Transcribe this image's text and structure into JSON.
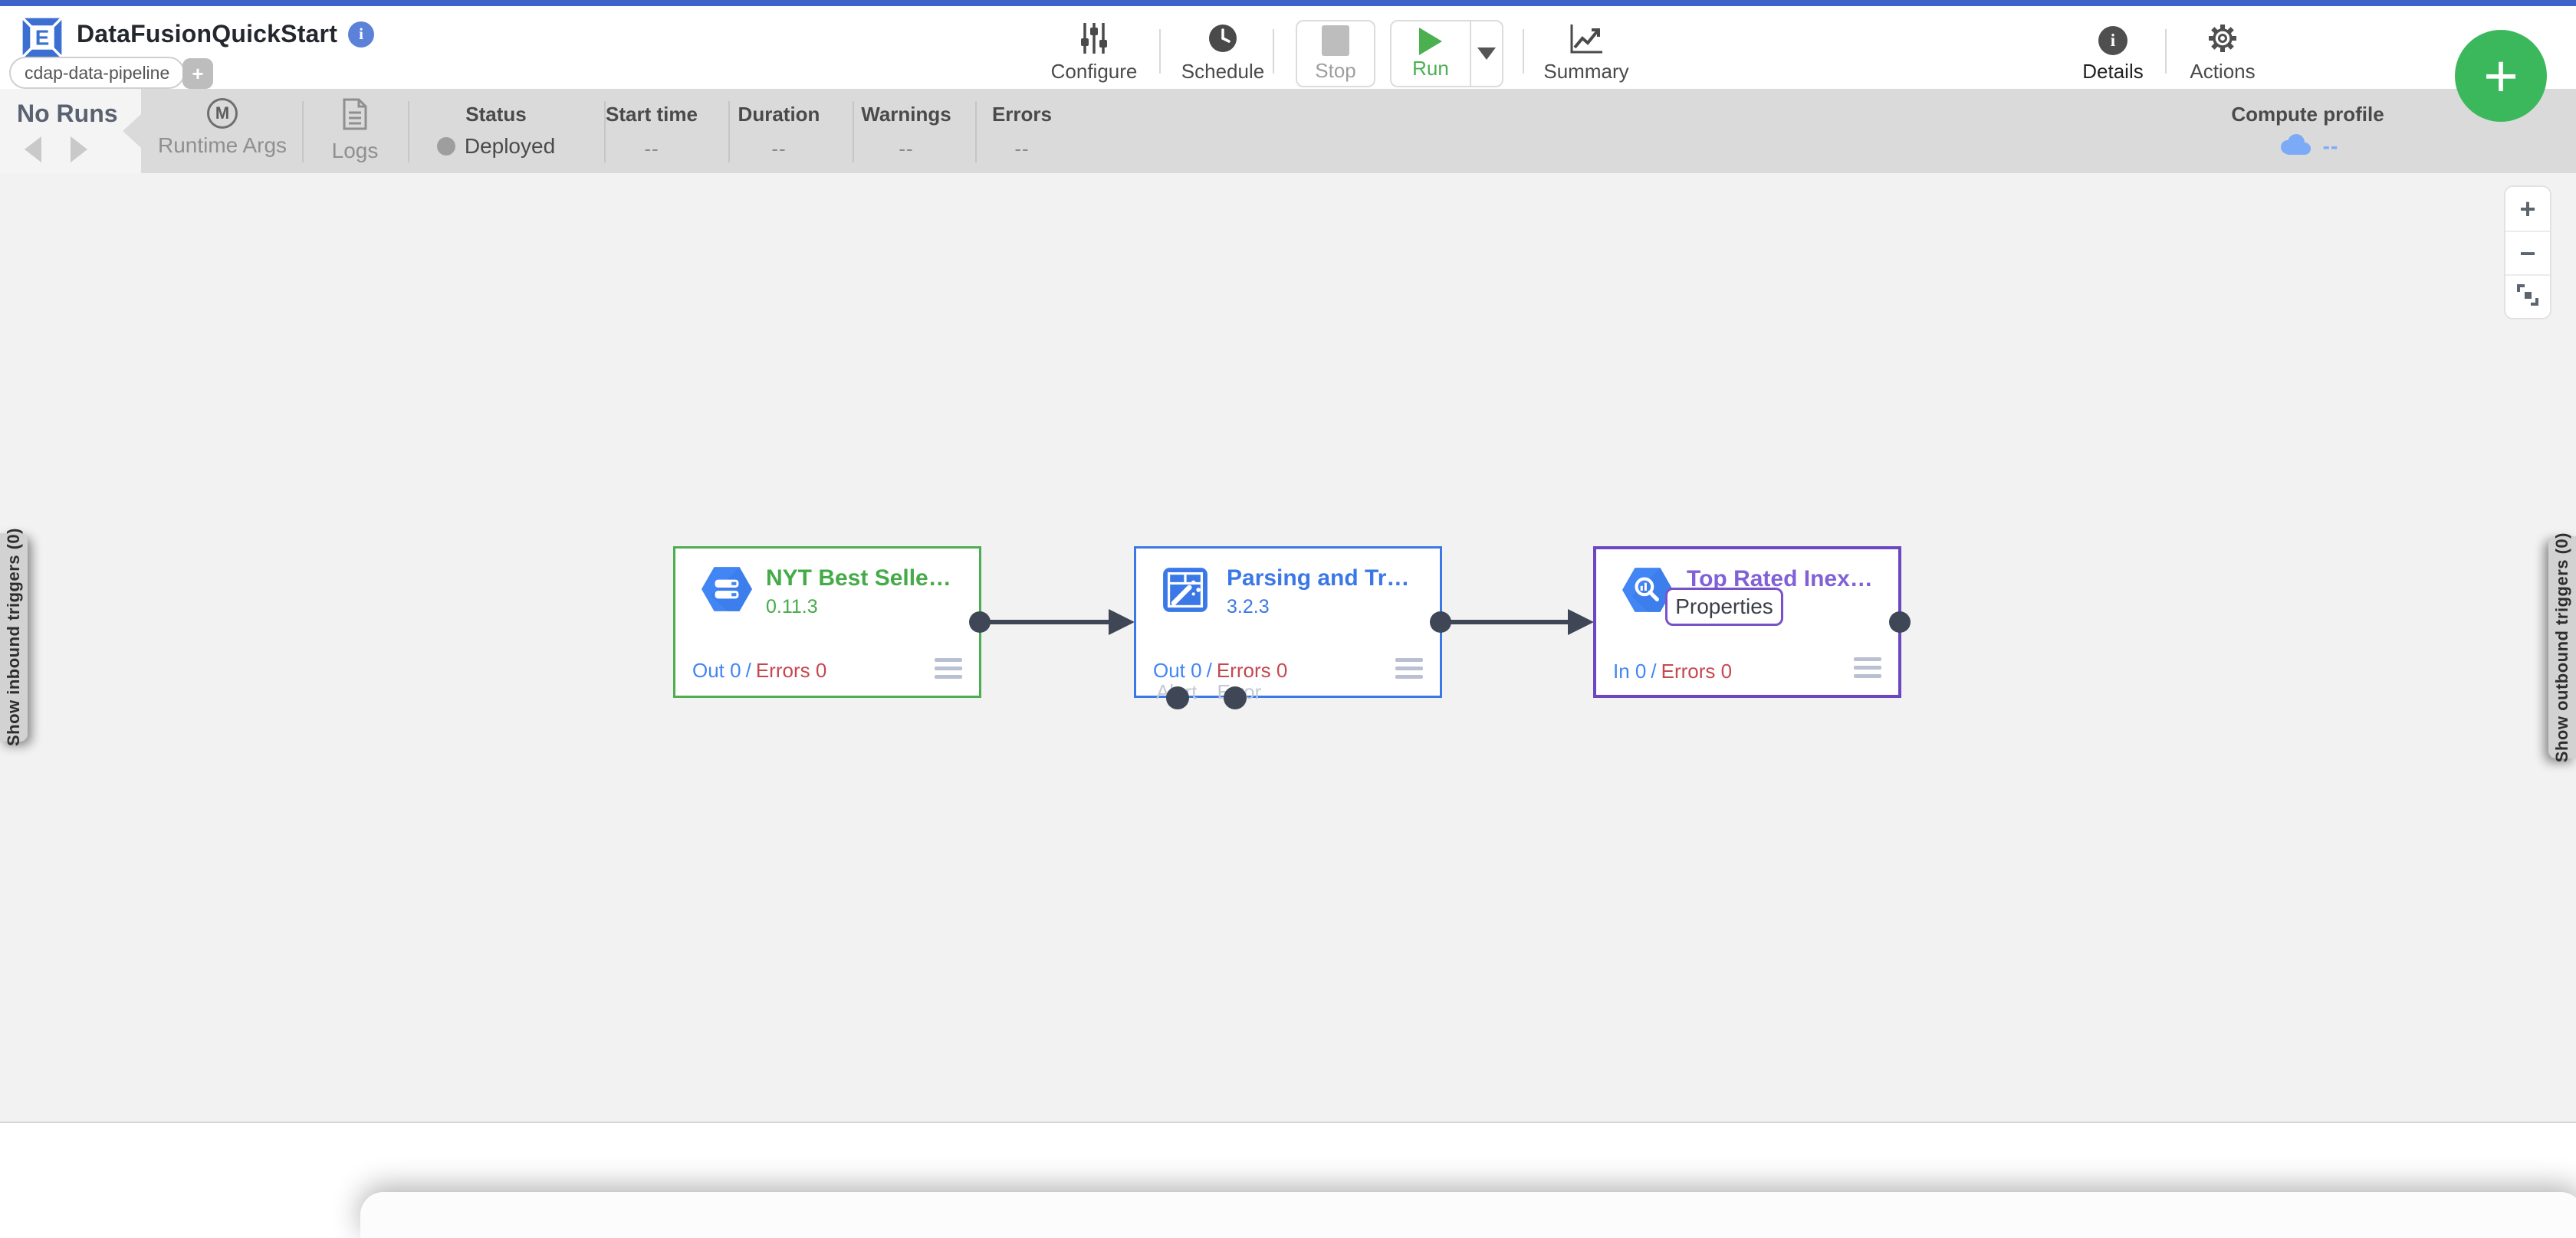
{
  "colors": {
    "top_bar_blue": "#3e63cb",
    "accent_blue": "#4285f4",
    "node_green_border": "#4cae4f",
    "node_blue_border": "#3b78e7",
    "node_purple_border": "#6d47c1",
    "node_purple_title": "#8161d6",
    "error_red": "#c5484f",
    "run_green": "#4caf50",
    "fab_green": "#3cb85c",
    "port_dark": "#3f4655",
    "cloud_blue": "#7baaf7",
    "runs_bar_gray": "#dadada",
    "canvas_gray": "#f2f2f2"
  },
  "header": {
    "logo_glyph": "E",
    "title": "DataFusionQuickStart",
    "info_glyph": "i",
    "pipeline_tag": "cdap-data-pipeline",
    "add_tag": "+",
    "configure": "Configure",
    "schedule": "Schedule",
    "stop": "Stop",
    "run": "Run",
    "summary": "Summary",
    "details": "Details",
    "actions": "Actions",
    "fab": "+"
  },
  "runs_bar": {
    "no_runs": "No Runs",
    "runtime_args": "Runtime Args",
    "runtime_args_glyph": "M",
    "logs": "Logs",
    "status_label": "Status",
    "status_value": "Deployed",
    "columns": [
      {
        "label": "Start time",
        "value": "--"
      },
      {
        "label": "Duration",
        "value": "--"
      },
      {
        "label": "Warnings",
        "value": "--"
      },
      {
        "label": "Errors",
        "value": "--"
      }
    ],
    "compute_profile_label": "Compute profile",
    "compute_profile_value": "--"
  },
  "canvas": {
    "zoom_in": "+",
    "zoom_out": "−",
    "left_tab": "Show inbound triggers (0)",
    "right_tab": "Show outbound triggers (0)",
    "nodes": [
      {
        "title": "NYT Best Selle…",
        "version": "0.11.3",
        "io": "Out 0",
        "sep": "/",
        "errors": "Errors 0"
      },
      {
        "title": "Parsing and Tr…",
        "version": "3.2.3",
        "io": "Out 0",
        "sep": "/",
        "errors": "Errors 0",
        "alert_port": "Alert",
        "error_port": "Error"
      },
      {
        "title": "Top Rated Inex…",
        "properties": "Properties",
        "io": "In 0",
        "sep": "/",
        "errors": "Errors 0"
      }
    ]
  }
}
